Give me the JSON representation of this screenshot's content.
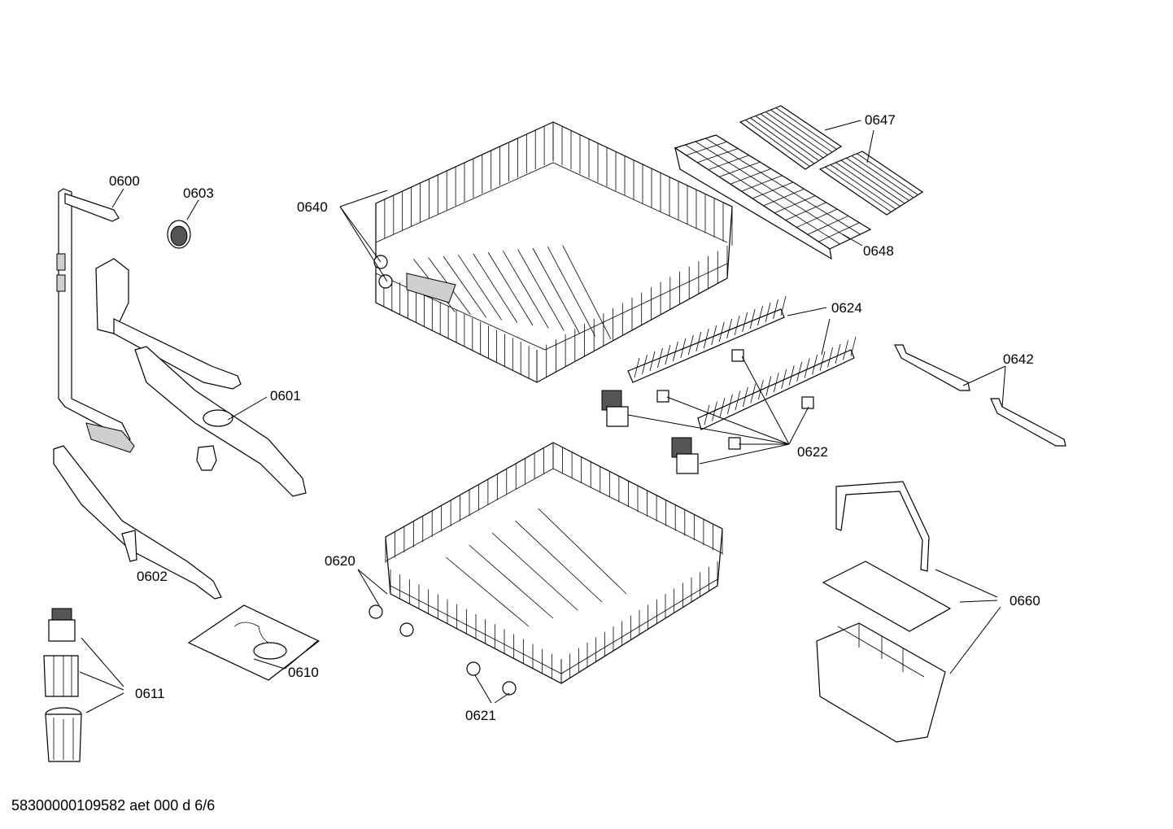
{
  "parts": [
    {
      "id": "p0600",
      "label": "0600"
    },
    {
      "id": "p0603",
      "label": "0603"
    },
    {
      "id": "p0640",
      "label": "0640"
    },
    {
      "id": "p0647",
      "label": "0647"
    },
    {
      "id": "p0648",
      "label": "0648"
    },
    {
      "id": "p0624",
      "label": "0624"
    },
    {
      "id": "p0642",
      "label": "0642"
    },
    {
      "id": "p0601",
      "label": "0601"
    },
    {
      "id": "p0622",
      "label": "0622"
    },
    {
      "id": "p0602",
      "label": "0602"
    },
    {
      "id": "p0620",
      "label": "0620"
    },
    {
      "id": "p0660",
      "label": "0660"
    },
    {
      "id": "p0610",
      "label": "0610"
    },
    {
      "id": "p0611",
      "label": "0611"
    },
    {
      "id": "p0621",
      "label": "0621"
    }
  ],
  "document_code": "58300000109582 aet 000 d 6/6"
}
